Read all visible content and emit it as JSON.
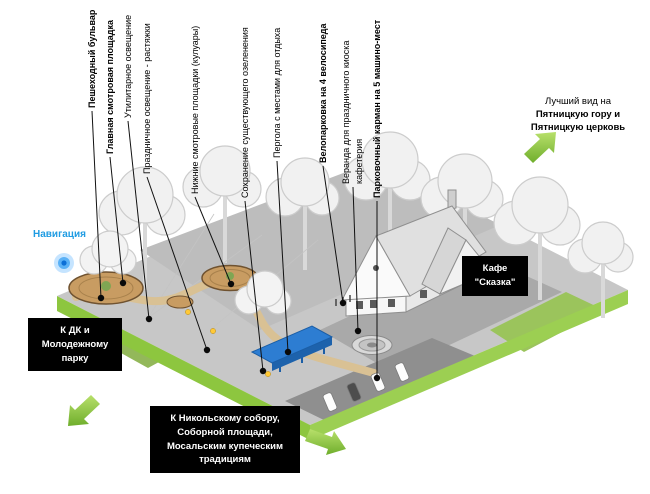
{
  "callouts": [
    {
      "label": "Пешеходный бульвар",
      "bold": true
    },
    {
      "label": "Главная смотровая площадка",
      "bold": true
    },
    {
      "label": "Утилитарное освещение",
      "bold": false
    },
    {
      "label": "Праздничное освещение - растяжки",
      "bold": false
    },
    {
      "label": "Нижние смотровые площадки (кулуары)",
      "bold": false
    },
    {
      "label": "Сохранение существующего озеленения",
      "bold": false
    },
    {
      "label": "Пергола с местами для отдыха",
      "bold": false
    },
    {
      "label": "Велопарковка на 4 велосипеда",
      "bold": true
    },
    {
      "label": "Веранда для праздничного киоска кафетерия",
      "bold": false
    },
    {
      "label": "Парковочный карман на 5 машино-мест",
      "bold": true
    }
  ],
  "navigation": {
    "label": "Навигация",
    "color": "#1e9be2"
  },
  "destinations": {
    "dk": "К ДК и\nМолодежному\nпарку",
    "nikolsky": "К Никольскому собору,\nСоборной площади,\nМосальским купеческим\nтрадициям"
  },
  "cafe": {
    "label": "Кафе\n\"Сказка\""
  },
  "view_note": {
    "prefix": "Лучший вид на",
    "emphasis": "Пятницкую гору и\nПятницкую церковь"
  },
  "colors": {
    "accent_green": "#8dc63f",
    "navigation_blue": "#1e9be2",
    "pergola_blue": "#2d7dd2",
    "callout_line": "#111111",
    "wood_platform": "#c89c62"
  }
}
